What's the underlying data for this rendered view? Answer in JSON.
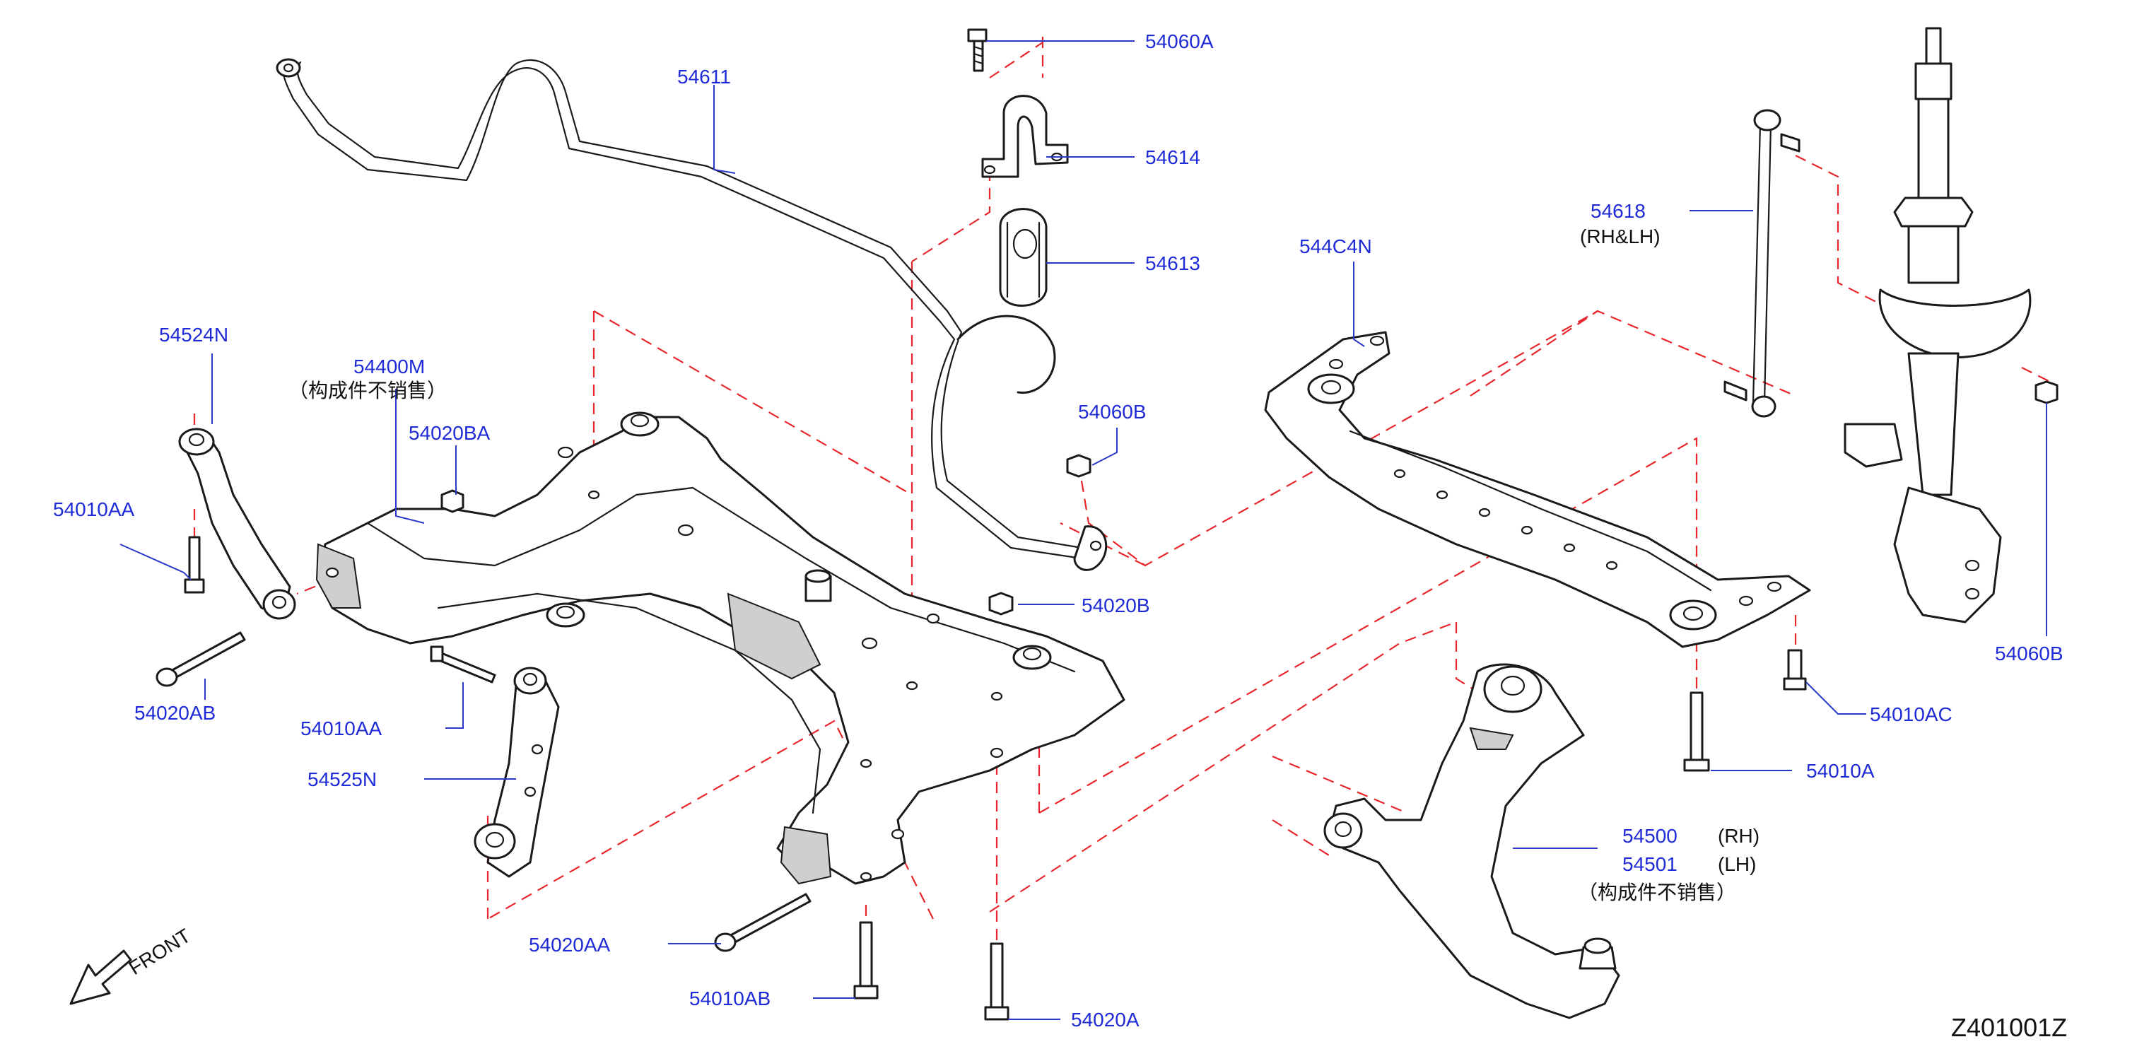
{
  "diagram_code": "Z401001Z",
  "front_label": "FRONT",
  "colors": {
    "label": "#1f2bd6",
    "dashed_line": "#e8262b",
    "line_art": "#1a1a1a",
    "background": "#ffffff"
  },
  "parts": {
    "p54060A_top": "54060A",
    "p54611": "54611",
    "p54614": "54614",
    "p54613": "54613",
    "p544C4N": "544C4N",
    "p54618": "54618",
    "p54618_note": "(RH&LH)",
    "p54524N": "54524N",
    "p54400M": "54400M",
    "p54400M_note": "（构成件不销售）",
    "p54020BA": "54020BA",
    "p54060B_mid": "54060B",
    "p54010AA_left": "54010AA",
    "p54020B": "54020B",
    "p54020AB": "54020AB",
    "p54010AA_mid": "54010AA",
    "p54525N": "54525N",
    "p54010AC": "54010AC",
    "p54010A": "54010A",
    "p54060B_right": "54060B",
    "p54500": "54500",
    "p54500_side": "(RH)",
    "p54501": "54501",
    "p54501_side": "(LH)",
    "p54500_note": "（构成件不销售）",
    "p54020AA": "54020AA",
    "p54010AB": "54010AB",
    "p54020A": "54020A"
  }
}
